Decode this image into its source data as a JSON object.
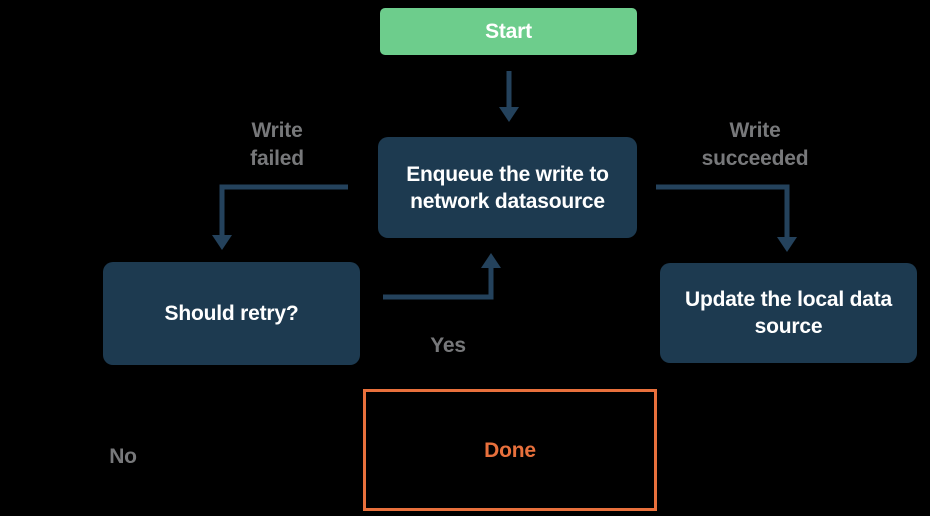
{
  "diagram": {
    "type": "flowchart",
    "background_color": "#000000",
    "colors": {
      "start_node_fill": "#6DCD8C",
      "process_node_fill": "#1D3A50",
      "node_text": "#FFFFFF",
      "connector_line": "#24425C",
      "edge_label_text": "#77787A",
      "done_node_accent": "#E8703C"
    },
    "nodes": {
      "start": {
        "label": "Start"
      },
      "enqueue": {
        "label": "Enqueue the write to network datasource",
        "line1": "Enqueue the write to",
        "line2": "network datasource"
      },
      "should_retry": {
        "label": "Should retry?"
      },
      "update_local": {
        "label": "Update the local data source",
        "line1": "Update the local data",
        "line2": "source"
      },
      "done": {
        "label": "Done"
      }
    },
    "edge_labels": {
      "write_failed": {
        "label": "Write failed",
        "line1": "Write",
        "line2": "failed"
      },
      "write_succeeded": {
        "label": "Write succeeded",
        "line1": "Write",
        "line2": "succeeded"
      },
      "yes": {
        "label": "Yes"
      },
      "no": {
        "label": "No"
      }
    }
  }
}
